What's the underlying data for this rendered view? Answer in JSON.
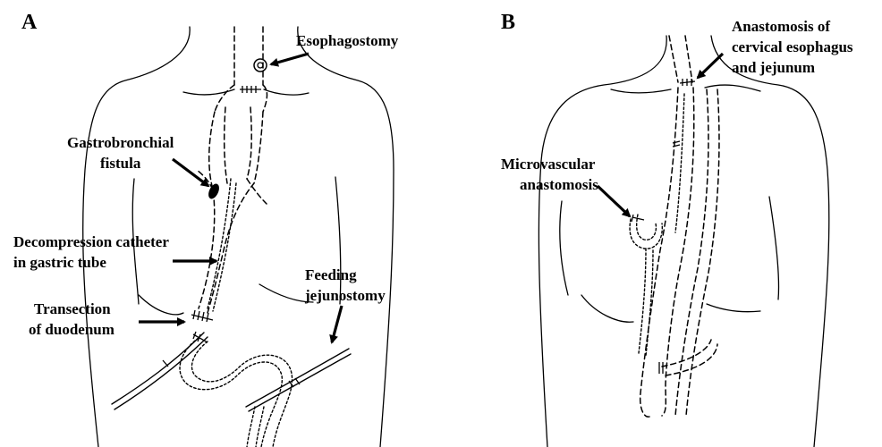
{
  "panels": [
    {
      "letter": "A",
      "labels": {
        "esophagostomy": "Esophagostomy",
        "fistula_1": "Gastrobronchial",
        "fistula_2": "fistula",
        "decomp_1": "Decompression catheter",
        "decomp_2": "in gastric tube",
        "transection_1": "Transection",
        "transection_2": "of duodenum",
        "feeding_1": "Feeding",
        "feeding_2": "jejunostomy"
      }
    },
    {
      "letter": "B",
      "labels": {
        "anast_1": "Anastomosis of",
        "anast_2": "cervical esophagus",
        "anast_3": "and jejunum",
        "micro_1": "Microvascular",
        "micro_2": "anastomosis"
      }
    }
  ]
}
